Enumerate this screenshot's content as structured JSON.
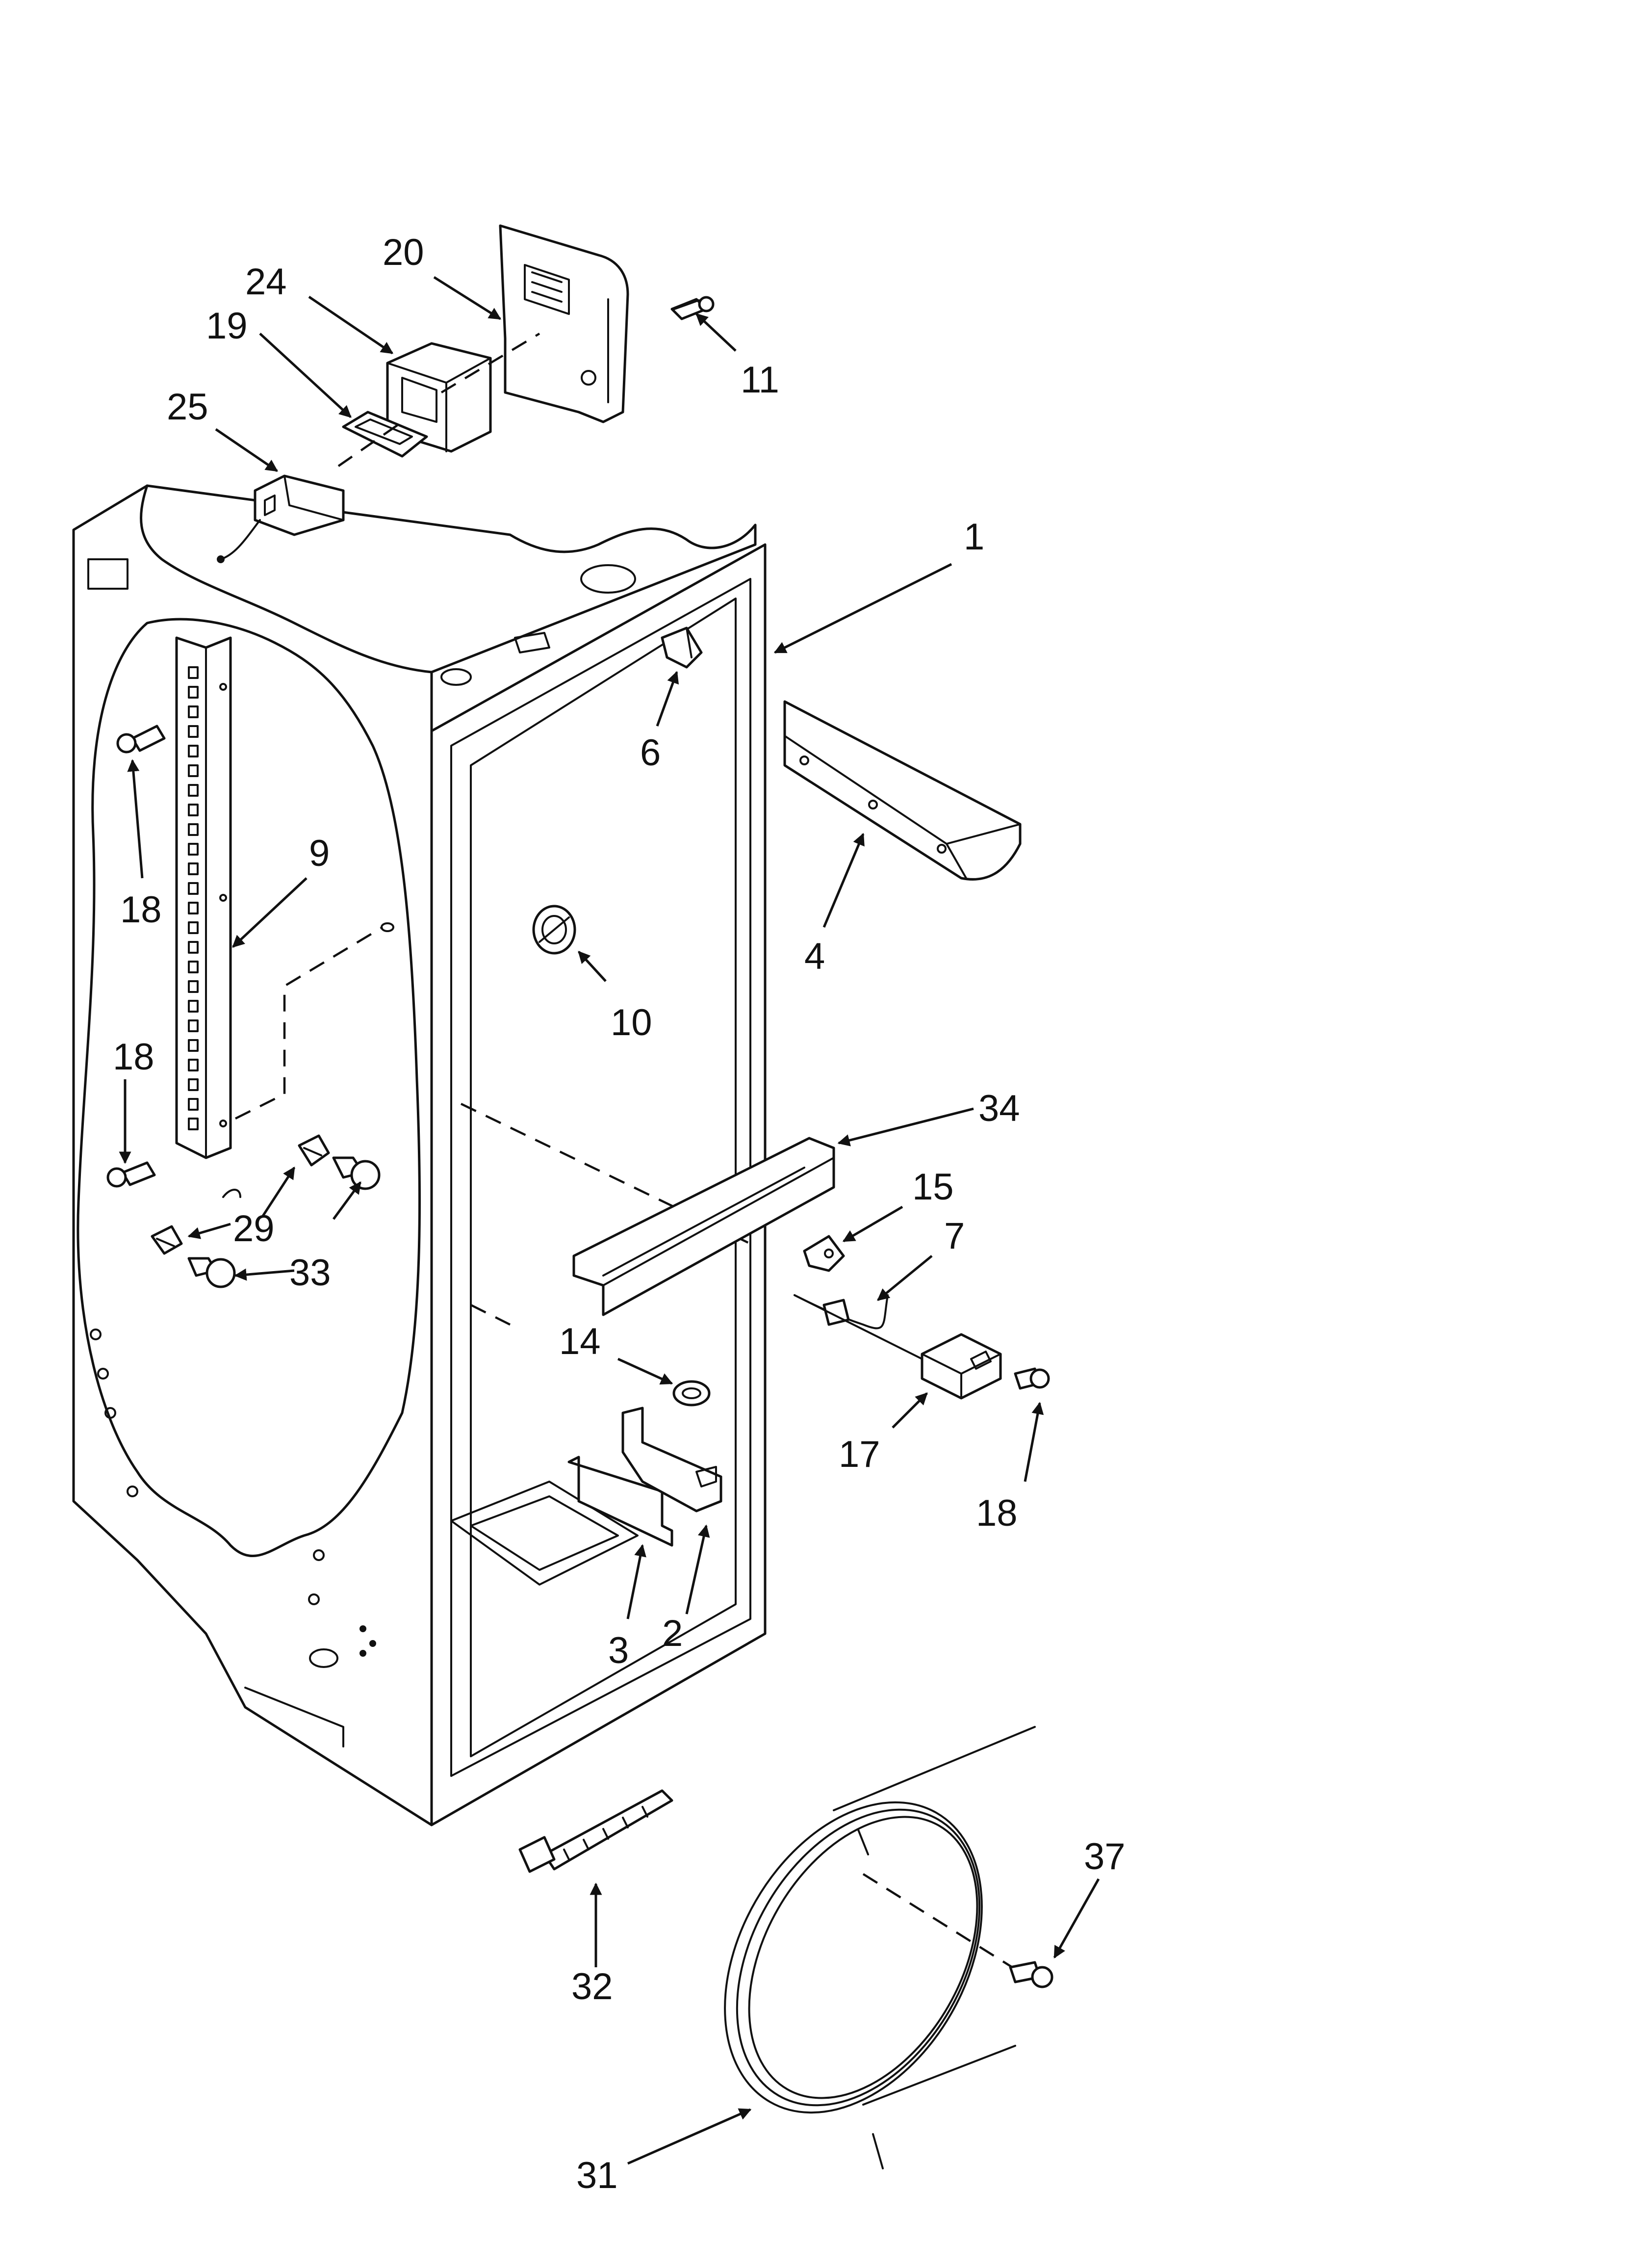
{
  "callouts": [
    "20",
    "11",
    "24",
    "19",
    "25",
    "1",
    "6",
    "4",
    "18",
    "9",
    "10",
    "18",
    "34",
    "15",
    "7",
    "29",
    "33",
    "14",
    "17",
    "18",
    "3",
    "2",
    "37",
    "32",
    "31"
  ],
  "colors": {
    "line": "#111111",
    "background": "#ffffff"
  }
}
